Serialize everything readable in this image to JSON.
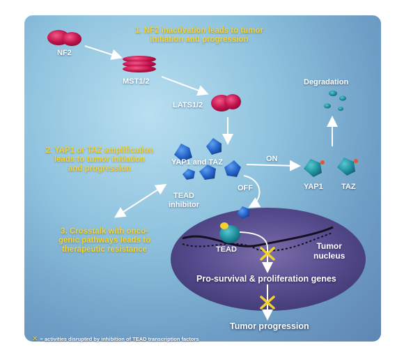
{
  "labels": {
    "nf2": "NF2",
    "mst": "MST1/2",
    "lats": "LATS1/2",
    "yap_taz": "YAP1 and TAZ",
    "on": "ON",
    "off": "OFF",
    "yap1": "YAP1",
    "taz": "TAZ",
    "degradation": "Degradation",
    "tead_inhibitor": "TEAD\ninhibitor",
    "tead": "TEAD",
    "tumor_nucleus": "Tumor\nnucleus",
    "genes": "Pro-survival & proliferation genes",
    "progression": "Tumor progression"
  },
  "notes": {
    "n1": "1. NF2 inactivation leads to tumor\ninitiation and progression",
    "n2": "2. YAP1 or TAZ amplification\nleads to tumor initiation\nand progression",
    "n3": "3. Crosstalk with onco-\ngenic pathways leads to\ntherapeutic resistance"
  },
  "legend": {
    "symbol": "✕",
    "text": "= activities disrupted by inhibition of TEAD transcription factors"
  },
  "colors": {
    "nf2": "#c2134e",
    "mst": "#c8174f",
    "lats": "#c2134e",
    "yap": "#2563c9",
    "yap_teal": "#1f8f9e",
    "note_yellow": "#f3d22e",
    "nucleus": "#5b4c8c",
    "disruption": "#f3d22e"
  }
}
